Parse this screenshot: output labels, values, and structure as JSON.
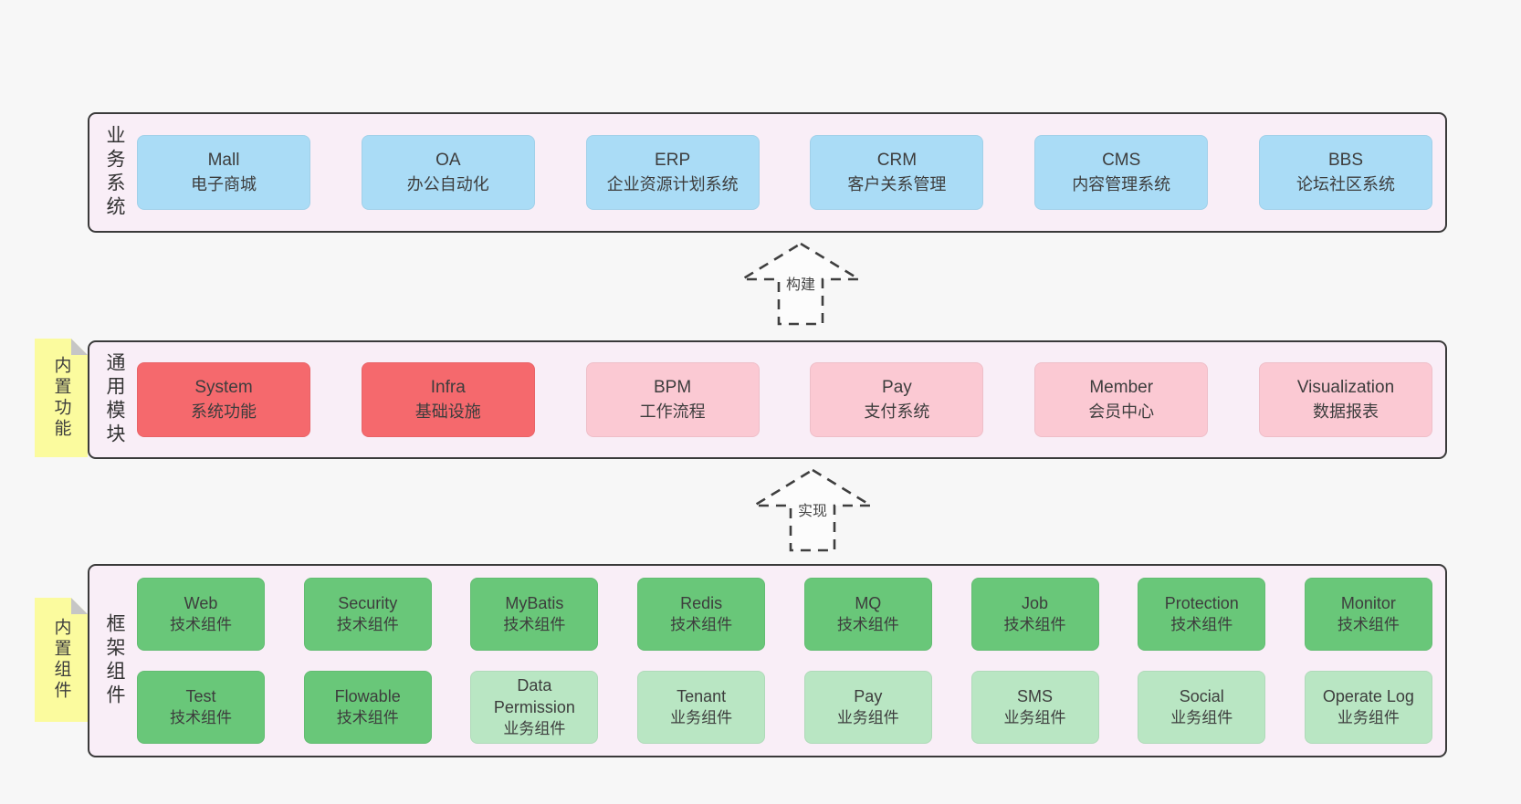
{
  "colors": {
    "page_bg": "#f7f7f7",
    "panel_bg": "#f9eef7",
    "panel_border": "#3a3a3a",
    "blue": "#aadcf6",
    "red": "#f5696d",
    "pink": "#fbc9d3",
    "green": "#69c779",
    "green_light": "#b9e6c3",
    "note_yellow": "#fbfb9e",
    "note_fold_gray": "#c6c6c6"
  },
  "panels": {
    "business": {
      "label": "业务系统",
      "boxes": [
        {
          "name": "Mall",
          "desc": "电子商城",
          "variant": "blue"
        },
        {
          "name": "OA",
          "desc": "办公自动化",
          "variant": "blue"
        },
        {
          "name": "ERP",
          "desc": "企业资源计划系统",
          "variant": "blue"
        },
        {
          "name": "CRM",
          "desc": "客户关系管理",
          "variant": "blue"
        },
        {
          "name": "CMS",
          "desc": "内容管理系统",
          "variant": "blue"
        },
        {
          "name": "BBS",
          "desc": "论坛社区系统",
          "variant": "blue"
        }
      ]
    },
    "modules": {
      "label": "通用模块",
      "note": "内置功能",
      "boxes": [
        {
          "name": "System",
          "desc": "系统功能",
          "variant": "red"
        },
        {
          "name": "Infra",
          "desc": "基础设施",
          "variant": "red"
        },
        {
          "name": "BPM",
          "desc": "工作流程",
          "variant": "pink"
        },
        {
          "name": "Pay",
          "desc": "支付系统",
          "variant": "pink"
        },
        {
          "name": "Member",
          "desc": "会员中心",
          "variant": "pink"
        },
        {
          "name": "Visualization",
          "desc": "数据报表",
          "variant": "pink"
        }
      ]
    },
    "components": {
      "label": "框架组件",
      "note": "内置组件",
      "rows": [
        [
          {
            "name": "Web",
            "desc": "技术组件",
            "variant": "green"
          },
          {
            "name": "Security",
            "desc": "技术组件",
            "variant": "green"
          },
          {
            "name": "MyBatis",
            "desc": "技术组件",
            "variant": "green"
          },
          {
            "name": "Redis",
            "desc": "技术组件",
            "variant": "green"
          },
          {
            "name": "MQ",
            "desc": "技术组件",
            "variant": "green"
          },
          {
            "name": "Job",
            "desc": "技术组件",
            "variant": "green"
          },
          {
            "name": "Protection",
            "desc": "技术组件",
            "variant": "green"
          },
          {
            "name": "Monitor",
            "desc": "技术组件",
            "variant": "green"
          }
        ],
        [
          {
            "name": "Test",
            "desc": "技术组件",
            "variant": "green"
          },
          {
            "name": "Flowable",
            "desc": "技术组件",
            "variant": "green"
          },
          {
            "name": "Data Permission",
            "desc": "业务组件",
            "variant": "green_light"
          },
          {
            "name": "Tenant",
            "desc": "业务组件",
            "variant": "green_light"
          },
          {
            "name": "Pay",
            "desc": "业务组件",
            "variant": "green_light"
          },
          {
            "name": "SMS",
            "desc": "业务组件",
            "variant": "green_light"
          },
          {
            "name": "Social",
            "desc": "业务组件",
            "variant": "green_light"
          },
          {
            "name": "Operate Log",
            "desc": "业务组件",
            "variant": "green_light"
          }
        ]
      ]
    }
  },
  "arrows": {
    "build": "构建",
    "implement": "实现"
  }
}
